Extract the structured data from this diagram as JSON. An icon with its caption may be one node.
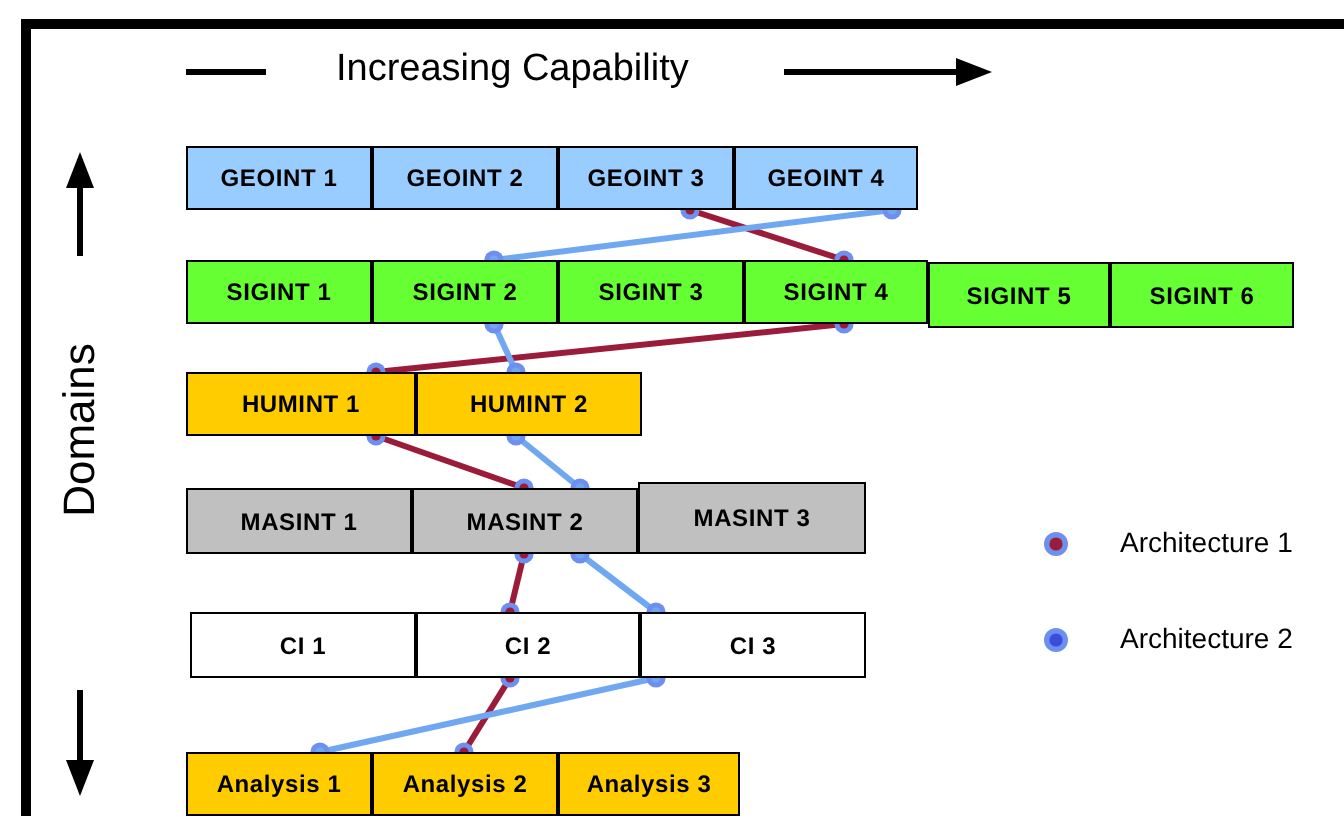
{
  "diagram": {
    "nodes": [
      {
        "text": [
          "GEOINT 1"
        ]
      },
      {
        "text": [
          "GEOINT 2"
        ]
      },
      {
        "text": [
          "GEOINT 3"
        ]
      },
      {
        "text": [
          "GEOINT 4"
        ]
      },
      {
        "text": [
          "SIGINT 1"
        ]
      },
      {
        "text": [
          "SIGINT 2"
        ]
      },
      {
        "text": [
          "SIGINT 3"
        ]
      },
      {
        "text": [
          "SIGINT 4"
        ]
      },
      {
        "text": [
          "SIGINT 5"
        ]
      },
      {
        "text": [
          "SIGINT 6"
        ]
      },
      {
        "text": [
          "HUMINT 1"
        ]
      },
      {
        "text": [
          "HUMINT 2"
        ]
      },
      {
        "text": [
          "MASINT 1"
        ]
      },
      {
        "text": [
          "MASINT 2"
        ]
      },
      {
        "text": [
          "MASINT 3"
        ]
      },
      {
        "text": [
          "CI 1"
        ]
      },
      {
        "text": [
          "CI 2"
        ]
      },
      {
        "text": [
          "CI 3"
        ]
      },
      {
        "text": [
          "Analysis 1"
        ]
      },
      {
        "text": [
          "Analysis 2"
        ]
      },
      {
        "text": [
          "Analysis 3"
        ]
      }
    ],
    "edges": [
      {
        "from": 2,
        "to": 7,
        "arrow": "other",
        "color": "#9b1b3a"
      },
      {
        "from": 7,
        "to": 10,
        "arrow": "other",
        "color": "#9b1b3a"
      },
      {
        "from": 10,
        "to": 13,
        "arrow": "other",
        "color": "#9b1b3a"
      },
      {
        "from": 13,
        "to": 16,
        "arrow": "other",
        "color": "#9b1b3a"
      },
      {
        "from": 16,
        "to": 19,
        "arrow": "other",
        "color": "#9b1b3a"
      },
      {
        "from": 3,
        "to": 5,
        "arrow": "other",
        "color": "#6fa8f0"
      },
      {
        "from": 5,
        "to": 11,
        "arrow": "other",
        "color": "#6fa8f0"
      },
      {
        "from": 11,
        "to": 13,
        "arrow": "other",
        "color": "#6fa8f0"
      },
      {
        "from": 13,
        "to": 17,
        "arrow": "other",
        "color": "#6fa8f0"
      },
      {
        "from": 17,
        "to": 18,
        "arrow": "other",
        "color": "#6fa8f0"
      }
    ],
    "labels": [
      "Increasing Capability",
      "Domains"
    ],
    "legend": [
      {
        "text": "Architecture 1",
        "color": "#9b1b3a"
      },
      {
        "text": "Architecture 2",
        "color": "#3a4fd8"
      }
    ]
  }
}
